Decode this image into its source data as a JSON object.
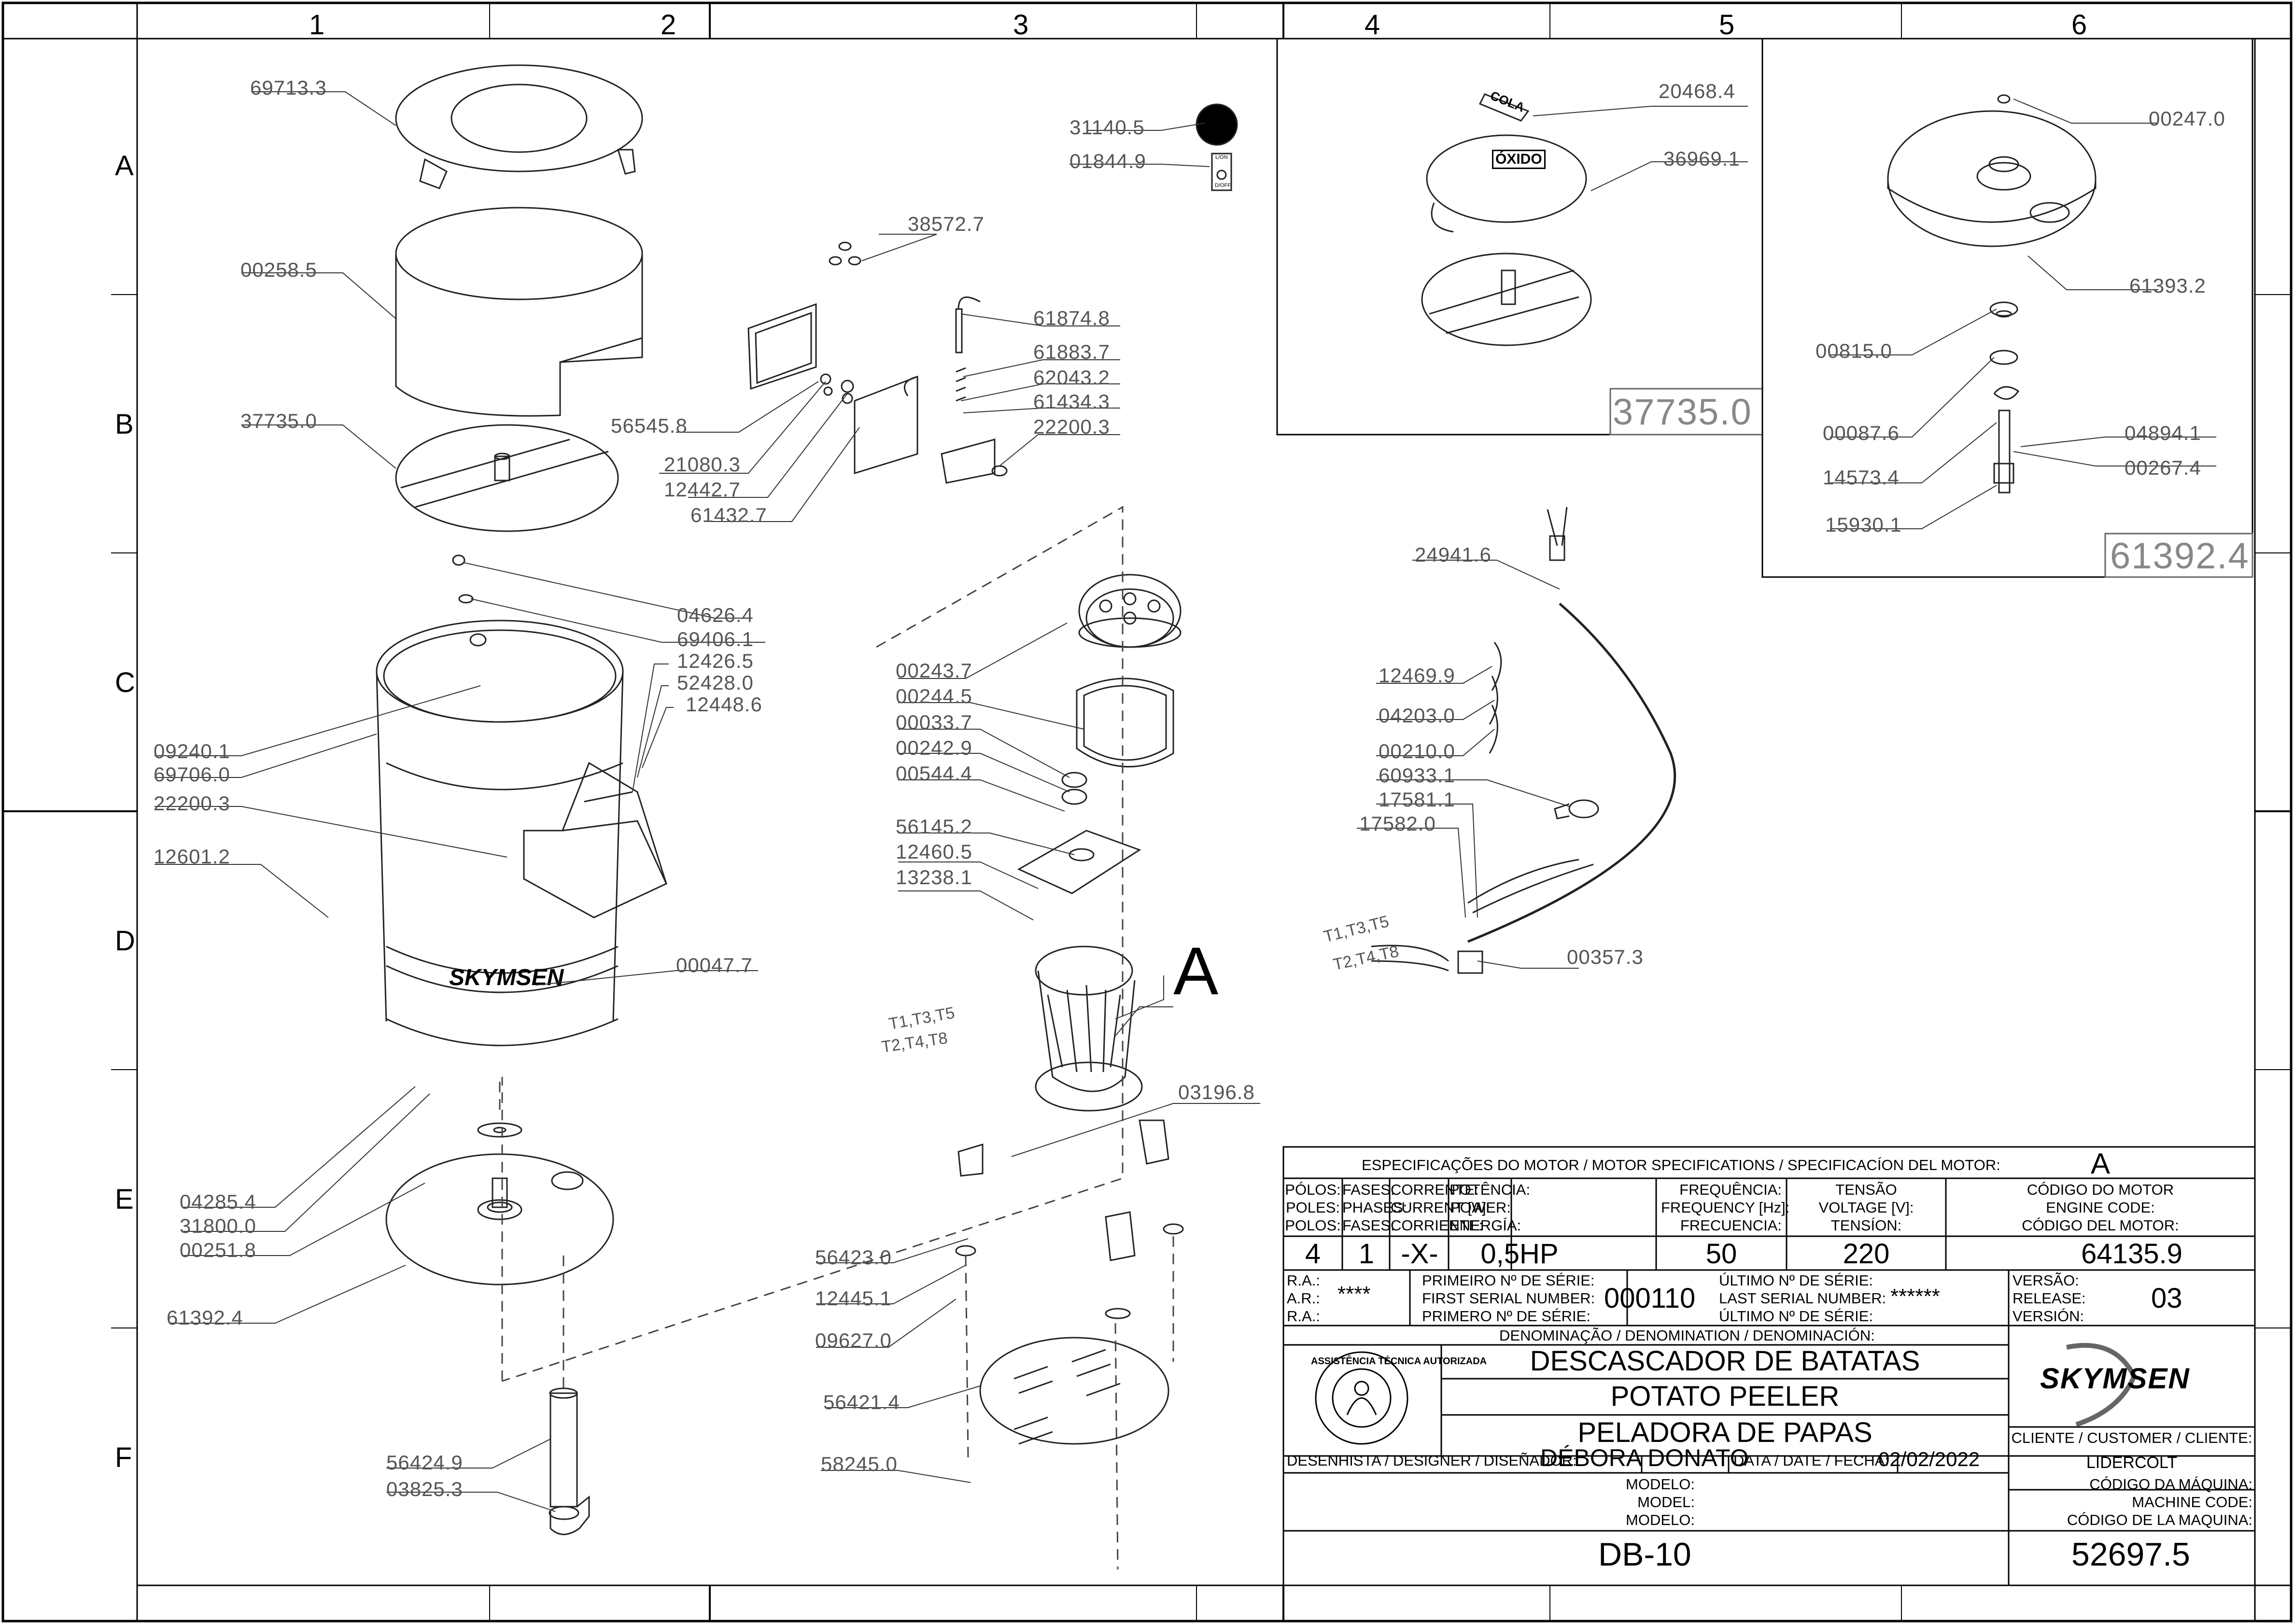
{
  "grid": {
    "columns": [
      "1",
      "2",
      "3",
      "4",
      "5",
      "6"
    ],
    "rows": [
      "A",
      "B",
      "C",
      "D",
      "E",
      "F"
    ]
  },
  "callouts": {
    "p69713": "69713.3",
    "p00258": "00258.5",
    "p37735": "37735.0",
    "p04626": "04626.4",
    "p69406": "69406.1",
    "p12426": "12426.5",
    "p52428": "52428.0",
    "p12448": "12448.6",
    "p09240": "09240.1",
    "p69706": "69706.0",
    "p22200a": "22200.3",
    "p12601": "12601.2",
    "p00047": "00047.7",
    "p04285": "04285.4",
    "p31800": "31800.0",
    "p00251": "00251.8",
    "p61392": "61392.4",
    "p56424": "56424.9",
    "p03825": "03825.3",
    "p31140": "31140.5",
    "p01844": "01844.9",
    "p38572": "38572.7",
    "p61874": "61874.8",
    "p61883": "61883.7",
    "p62043": "62043.2",
    "p61434": "61434.3",
    "p22200b": "22200.3",
    "p56545": "56545.8",
    "p21080": "21080.3",
    "p12442": "12442.7",
    "p61432": "61432.7",
    "p00243": "00243.7",
    "p00244": "00244.5",
    "p00033": "00033.7",
    "p00242": "00242.9",
    "p00544": "00544.4",
    "p56145": "56145.2",
    "p12460": "12460.5",
    "p13238": "13238.1",
    "p03196": "03196.8",
    "p56423": "56423.0",
    "p12445": "12445.1",
    "p09627": "09627.0",
    "p56421": "56421.4",
    "p58245": "58245.0",
    "p20468": "20468.4",
    "p36969": "36969.1",
    "p00247": "00247.0",
    "p61393": "61393.2",
    "p00815": "00815.0",
    "p00087": "00087.6",
    "p04894": "04894.1",
    "p14573": "14573.4",
    "p00267": "00267.4",
    "p15930": "15930.1",
    "p24941": "24941.6",
    "p12469": "12469.9",
    "p04203": "04203.0",
    "p00210": "00210.0",
    "p60933": "60933.1",
    "p17581": "17581.1",
    "p17582": "17582.0",
    "p00357": "00357.3"
  },
  "detail_boxes": {
    "left_box": "37735.0",
    "right_box": "61392.4"
  },
  "part_labels": {
    "cola": "COLA",
    "oxido": "ÓXIDO",
    "switch_on": "L/ON",
    "switch_off": "D/OFF",
    "brand": "SKYMSEN",
    "motor_view": "A",
    "wires_1": "T1,T3,T5",
    "wires_2": "T2,T4,T8"
  },
  "title_block": {
    "motor_spec_header": "ESPECIFICAÇÕES DO MOTOR / MOTOR SPECIFICATIONS / SPECIFICACÍON DEL MOTOR:",
    "motor_spec_letter": "A",
    "col_poles": [
      "PÓLOS:",
      "POLES:",
      "POLOS:"
    ],
    "col_phases": [
      "FASES:",
      "PHASES:",
      "FASES:"
    ],
    "col_current": [
      "CORRENTE:",
      "CURRENT [A]:",
      "CORRIENTE:"
    ],
    "col_power": [
      "POTÊNCIA:",
      "POWER:",
      "ENERGÍA:"
    ],
    "col_frequency": [
      "FREQUÊNCIA:",
      "FREQUENCY [Hz]:",
      "FRECUENCIA:"
    ],
    "col_voltage": [
      "TENSÃO",
      "VOLTAGE [V]:",
      "TENSÍON:"
    ],
    "col_engine_code": [
      "CÓDIGO DO MOTOR",
      "ENGINE CODE:",
      "CÓDIGO DEL MOTOR:"
    ],
    "val_poles": "4",
    "val_phases": "1",
    "val_current": "-X-",
    "val_power": "0,5HP",
    "val_frequency": "50",
    "val_voltage": "220",
    "val_engine_code": "64135.9",
    "ra_labels": [
      "R.A.:",
      "A.R.:",
      "R.A.:"
    ],
    "ra_value": "****",
    "first_serial_labels": [
      "PRIMEIRO Nº DE SÉRIE:",
      "FIRST SERIAL NUMBER:",
      "PRIMERO Nº DE SÉRIE:"
    ],
    "first_serial_value": "000110",
    "last_serial_labels": [
      "ÚLTIMO Nº DE SÉRIE:",
      "LAST SERIAL NUMBER:",
      "ÚLTIMO Nº DE SÉRIE:"
    ],
    "last_serial_value": "******",
    "version_labels": [
      "VERSÃO:",
      "RELEASE:",
      "VERSIÓN:"
    ],
    "version_value": "03",
    "denomination_header": "DENOMINAÇÃO / DENOMINATION / DENOMINACIÓN:",
    "denom_pt": "DESCASCADOR DE BATATAS",
    "denom_en": "POTATO PEELER",
    "denom_es": "PELADORA DE PAPAS",
    "brand": "SKYMSEN",
    "client_label": "CLIENTE / CUSTOMER / CLIENTE:",
    "client_value": "LIDERCOLT",
    "designer_label": "DESENHISTA / DESIGNER / DISEÑADOR:",
    "designer_value": "DÉBORA DONATO",
    "date_label": "DATA / DATE / FECHA:",
    "date_value": "02/02/2022",
    "model_labels": [
      "MODELO:",
      "MODEL:",
      "MODELO:"
    ],
    "model_value": "DB-10",
    "machine_code_labels": [
      "CÓDIGO DA MÁQUINA:",
      "MACHINE CODE:",
      "CÓDIGO DE LA MAQUINA:"
    ],
    "machine_code_value": "52697.5",
    "seal_top": "ASSISTÊNCIA TÉCNICA AUTORIZADA"
  }
}
